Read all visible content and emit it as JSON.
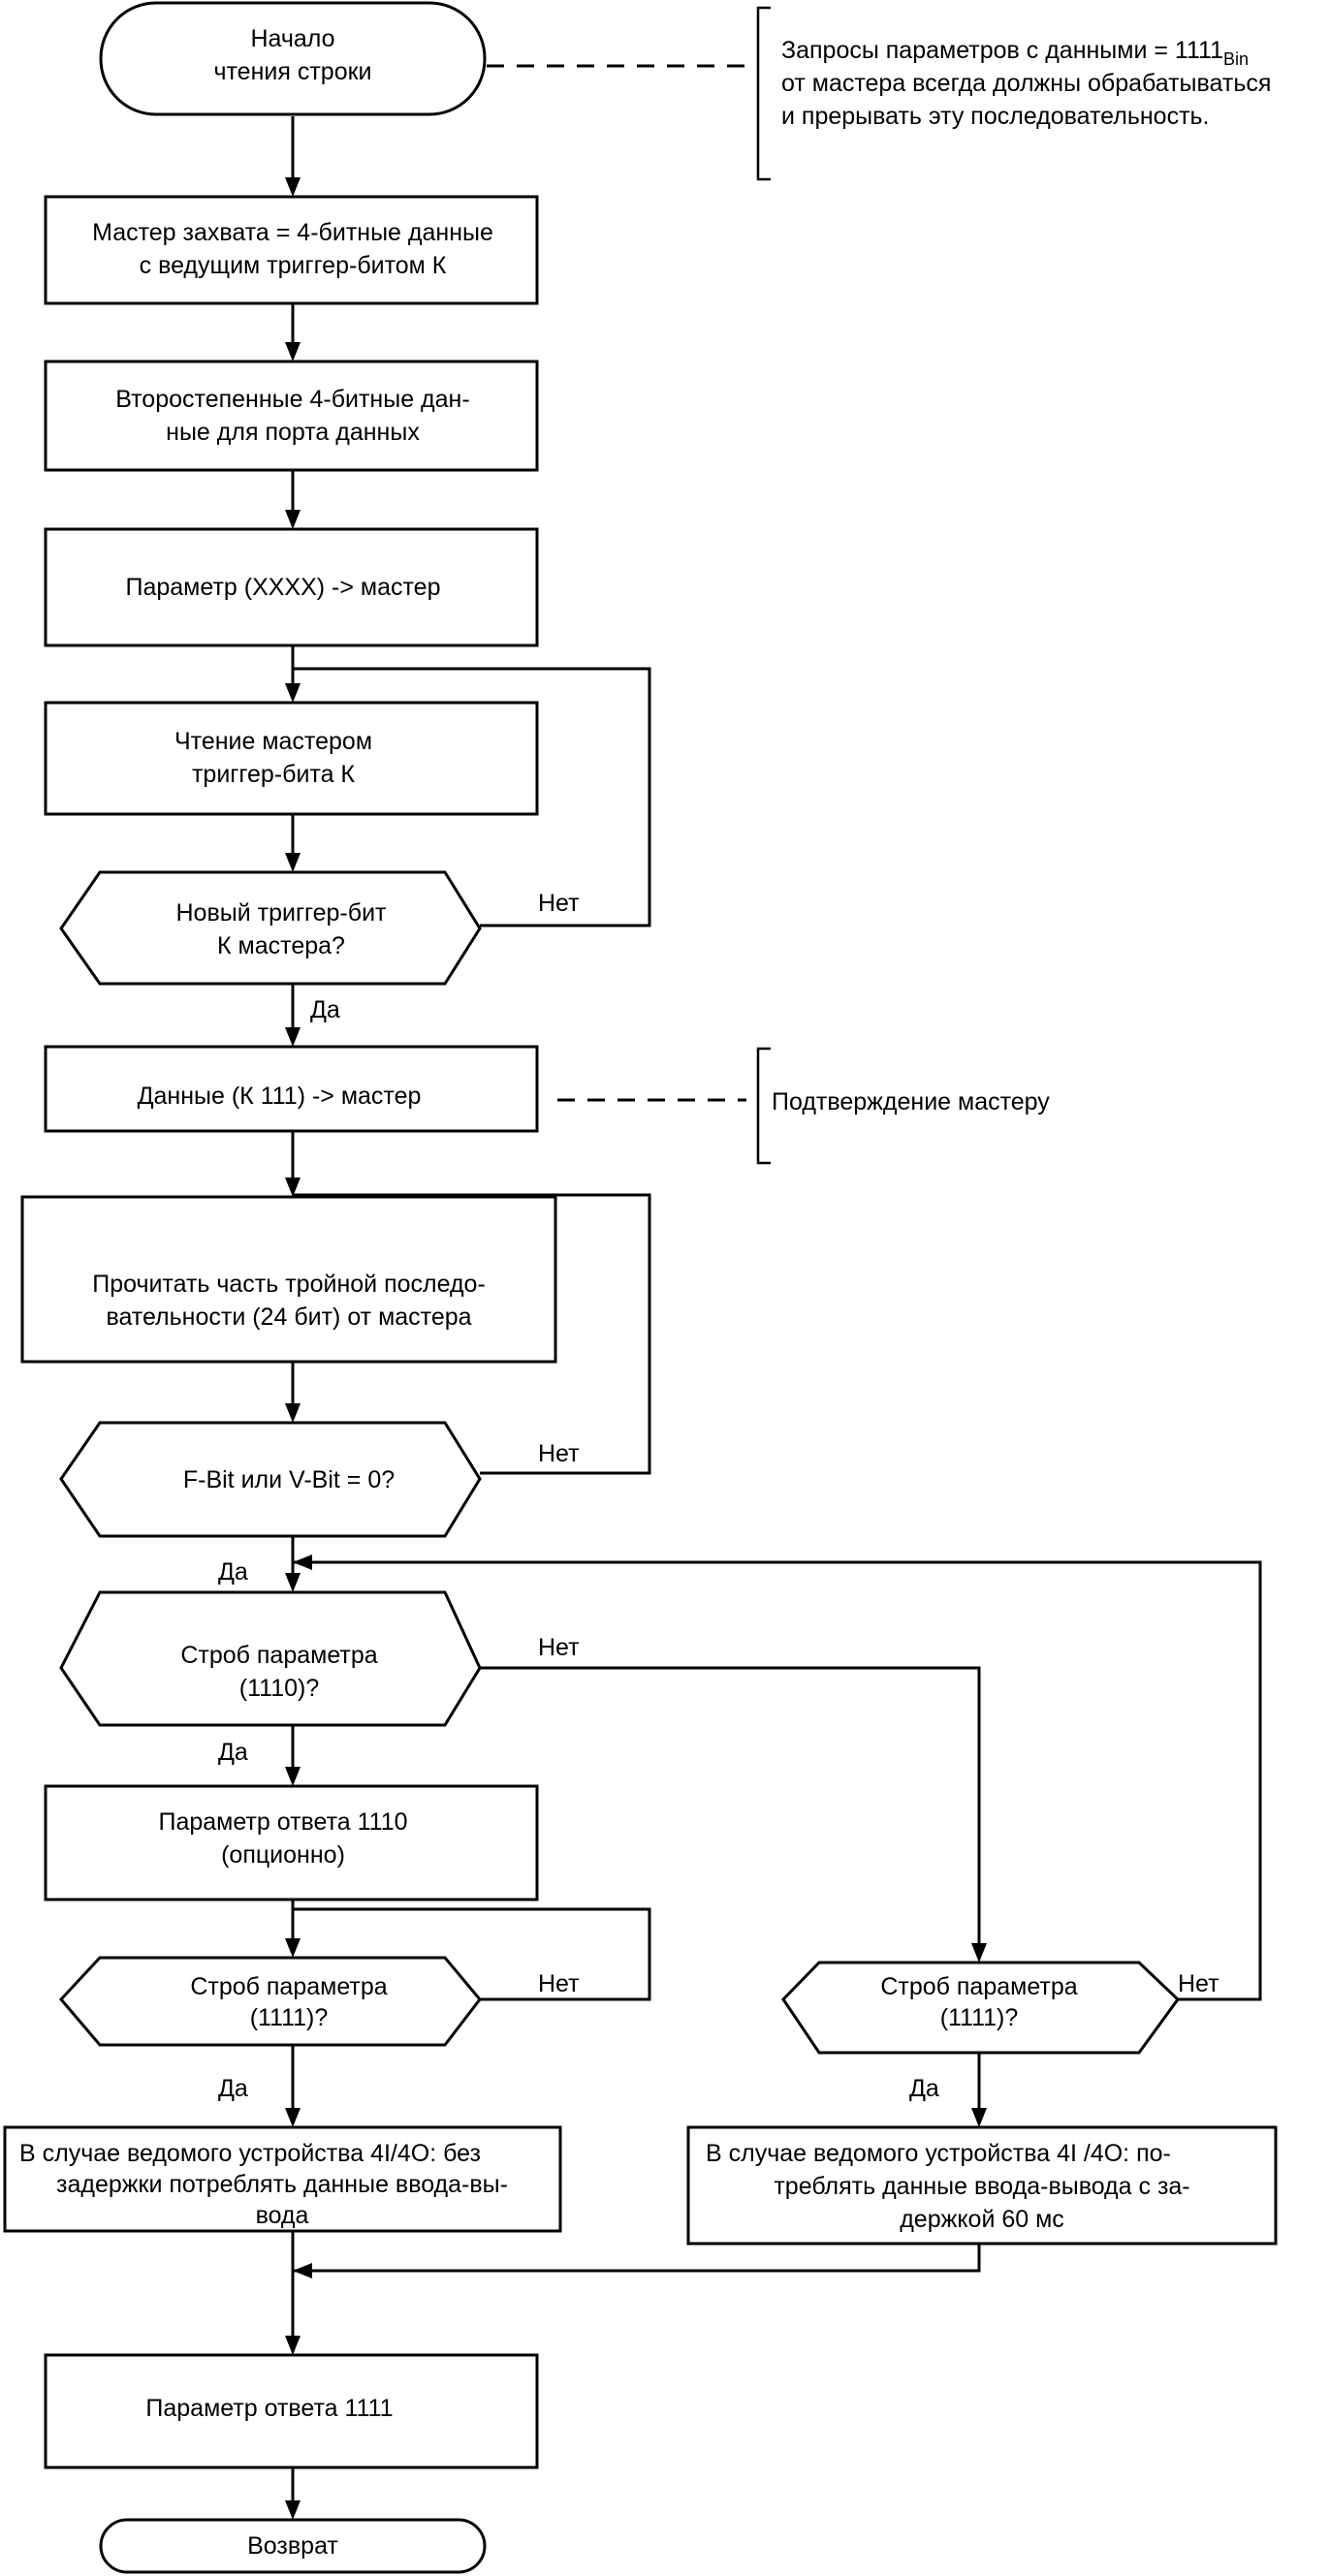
{
  "start": [
    "Начало",
    "чтения строки"
  ],
  "note_top": {
    "line1_main": "Запросы параметров с данными = 1111",
    "line1_sub": "Bin",
    "line2": "от мастера всегда должны обрабатываться",
    "line3": "и прерывать эту последовательность."
  },
  "step1": [
    "Мастер захвата = 4-битные данные",
    "с ведущим триггер-битом К"
  ],
  "step2": [
    "Второстепенные 4-битные дан-",
    "ные для порта данных"
  ],
  "step3": [
    "Параметр (XXXX) -> мастер"
  ],
  "step4": [
    "Чтение мастером",
    "триггер-бита К"
  ],
  "decision1": [
    "Новый триггер-бит",
    "К мастера?"
  ],
  "step5": [
    "Данные (К 111) -> мастер"
  ],
  "note_mid": "Подтверждение мастеру",
  "step6": [
    "Прочитать часть тройной последо-",
    "вательности (24 бит) от мастера"
  ],
  "decision2": [
    "F-Bit или V-Bit = 0?"
  ],
  "decision3": [
    "Строб параметра",
    "(1110)?"
  ],
  "step7": [
    "Параметр ответа 1110",
    "(опционно)"
  ],
  "decision4": [
    "Строб параметра",
    "(1111)?"
  ],
  "decision5": [
    "Строб параметра",
    "(1111)?"
  ],
  "step8": [
    "В случае ведомого устройства 4I/4O: без",
    "задержки потреблять данные ввода-вы-",
    "вода"
  ],
  "step9": [
    "В случае ведомого устройства 4I /4O: по-",
    "треблять данные ввода-вывода с за-",
    "держкой 60 мс"
  ],
  "step10": [
    "Параметр ответа 1111"
  ],
  "end": [
    "Возврат"
  ],
  "labels": {
    "yes": "Да",
    "no": "Нет"
  }
}
